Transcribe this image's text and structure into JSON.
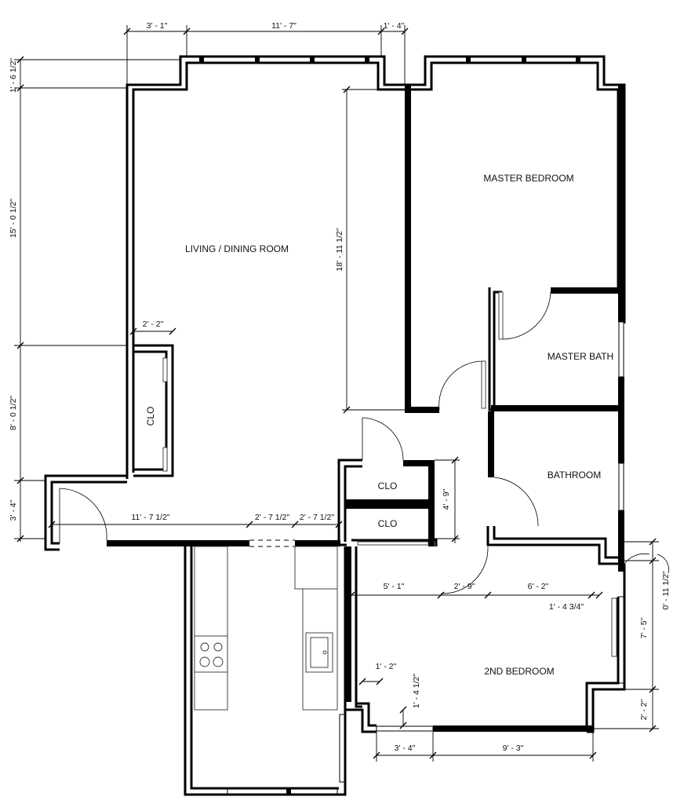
{
  "rooms": {
    "living": "LIVING / DINING ROOM",
    "master_bedroom": "MASTER BEDROOM",
    "master_bath": "MASTER BATH",
    "bathroom": "BATHROOM",
    "second_bedroom": "2ND BEDROOM",
    "closet_left": "CLO",
    "closet_center_top": "CLO",
    "closet_center_bottom": "CLO"
  },
  "dimensions": {
    "top_3_1": "3' - 1\"",
    "top_11_7": "11' - 7\"",
    "top_1_4": "1' - 4\"",
    "left_1_6_half": "1' - 6 1/2\"",
    "left_15_0_half": "15' - 0 1/2\"",
    "left_8_0_half": "8' - 0 1/2\"",
    "left_3_4": "3' - 4\"",
    "clo_2_2": "2' - 2\"",
    "living_18_11_half": "18' - 11 1/2\"",
    "entry_11_7_half": "11' - 7 1/2\"",
    "open_2_7_half_a": "2' - 7 1/2\"",
    "open_2_7_half_b": "2' - 7 1/2\"",
    "hall_4_9": "4' - 9\"",
    "bed_5_1": "5' - 1\"",
    "bed_2_9": "2' - 9\"",
    "bed_6_2": "6' - 2\"",
    "bed_1_4_3q": "1' - 4 3/4\"",
    "right_0_11_half": "0' - 11 1/2\"",
    "right_7_5": "7' - 5\"",
    "right_2_2": "2' - 2\"",
    "bed_1_2": "1' - 2\"",
    "bed_1_4_half": "1' - 4 1/2\"",
    "bottom_3_4": "3' - 4\"",
    "bottom_9_3": "9' - 3\""
  }
}
